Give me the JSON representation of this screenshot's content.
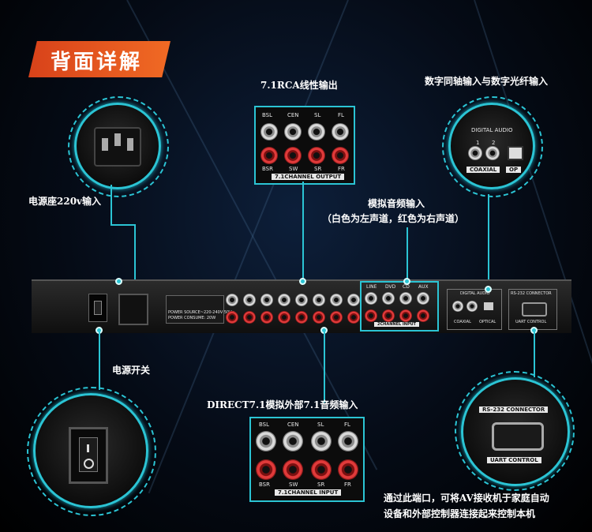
{
  "title": "背面详解",
  "labels": {
    "rca_output": "7.1RCA线性输出",
    "digital_input": "数字同轴输入与数字光纤输入",
    "power_socket": "电源座220v输入",
    "analog_input": "模拟音频输入",
    "analog_note": "（白色为左声道，红色为右声道）",
    "power_switch": "电源开关",
    "direct_input": "DIRECT7.1模拟外部7.1音频输入",
    "uart_desc_line1": "通过此端口，可将AV接收机于家庭自动",
    "uart_desc_line2": "设备和外部控制器连接起来控制本机"
  },
  "output_panel": {
    "top_labels": [
      "BSL",
      "CEN",
      "SL",
      "FL"
    ],
    "bottom_labels": [
      "BSR",
      "SW",
      "SR",
      "FR"
    ],
    "caption": "7.1CHANNEL OUTPUT"
  },
  "input_panel": {
    "top_labels": [
      "BSL",
      "CEN",
      "SL",
      "FL"
    ],
    "bottom_labels": [
      "BSR",
      "SW",
      "SR",
      "FR"
    ],
    "caption": "7.1CHANNEL INPUT"
  },
  "digital_audio": {
    "title": "DIGITAL AUDIO",
    "port1": "1",
    "port2": "2",
    "coaxial": "COAXIAL",
    "optical": "OP"
  },
  "rs232": {
    "title": "RS-232 CONNECTOR",
    "caption": "UART CONTROL"
  },
  "device": {
    "power_text": "POWER SOURCE~220-240V 50Hz",
    "power_consume": "POWER CONSUME: 20W",
    "input2_labels": [
      "LINE",
      "DVD",
      "CD",
      "AUX"
    ],
    "input2_caption": "2CHANNEL INPUT",
    "digital_title": "DIGITAL AUDIO",
    "optical": "OPTICAL",
    "coaxial": "COAXIAL",
    "rs232": "RS-232 CONNECTOR",
    "uart": "UART CONTROL"
  },
  "colors": {
    "accent": "#2bc4d4",
    "banner": "#e8511f",
    "background": "#050b16"
  }
}
